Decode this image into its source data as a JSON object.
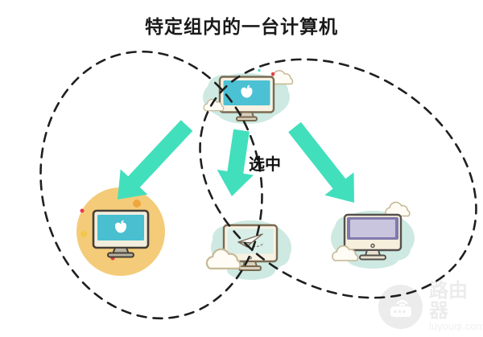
{
  "title": "特定组内的一台计算机",
  "arrow_label": "选中",
  "watermark": {
    "brand": "路由器",
    "domain": "luyouqi.com"
  },
  "icons": {
    "source_computer": "mac-desktop-with-clouds",
    "left_computer": "mac-desktop-on-yellow-circle",
    "middle_computer": "desktop-paper-plane-with-cloud",
    "right_computer": "purple-desktop-with-clouds",
    "watermark_logo": "router-in-circle"
  },
  "colors": {
    "arrow": "#42DFBD",
    "dash": "#1F1F1F",
    "blob_mint": "#CDE9E2",
    "circle_yellow": "#F4CB79",
    "screen_teal": "#4CC1D3",
    "screen_mint": "#D8EEE8",
    "monitor_purple": "#8179AC",
    "screen_lavender": "#C9C5DF",
    "outline_brown": "#7A6A52",
    "watermark_gray": "#ECECEC",
    "dot_red": "#E8394A",
    "dot_orange": "#F0A63E",
    "title_text": "#1A1A1A"
  }
}
